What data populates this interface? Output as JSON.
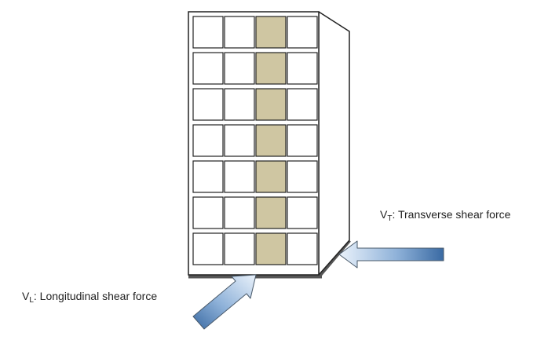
{
  "labels": {
    "transverse": {
      "symbol": "V",
      "subscript": "T",
      "text": ": Transverse shear force"
    },
    "longitudinal": {
      "symbol": "V",
      "subscript": "L",
      "text": ": Longitudinal shear force"
    }
  },
  "building": {
    "columns": 4,
    "rows": 7,
    "core_column_index": 2
  },
  "colors": {
    "outline": "#222222",
    "window_fill": "#ffffff",
    "core_fill": "#cfc6a2",
    "ground": "#555555",
    "arrow_dark": "#3a6aa3",
    "arrow_light": "#eaf2fb"
  }
}
